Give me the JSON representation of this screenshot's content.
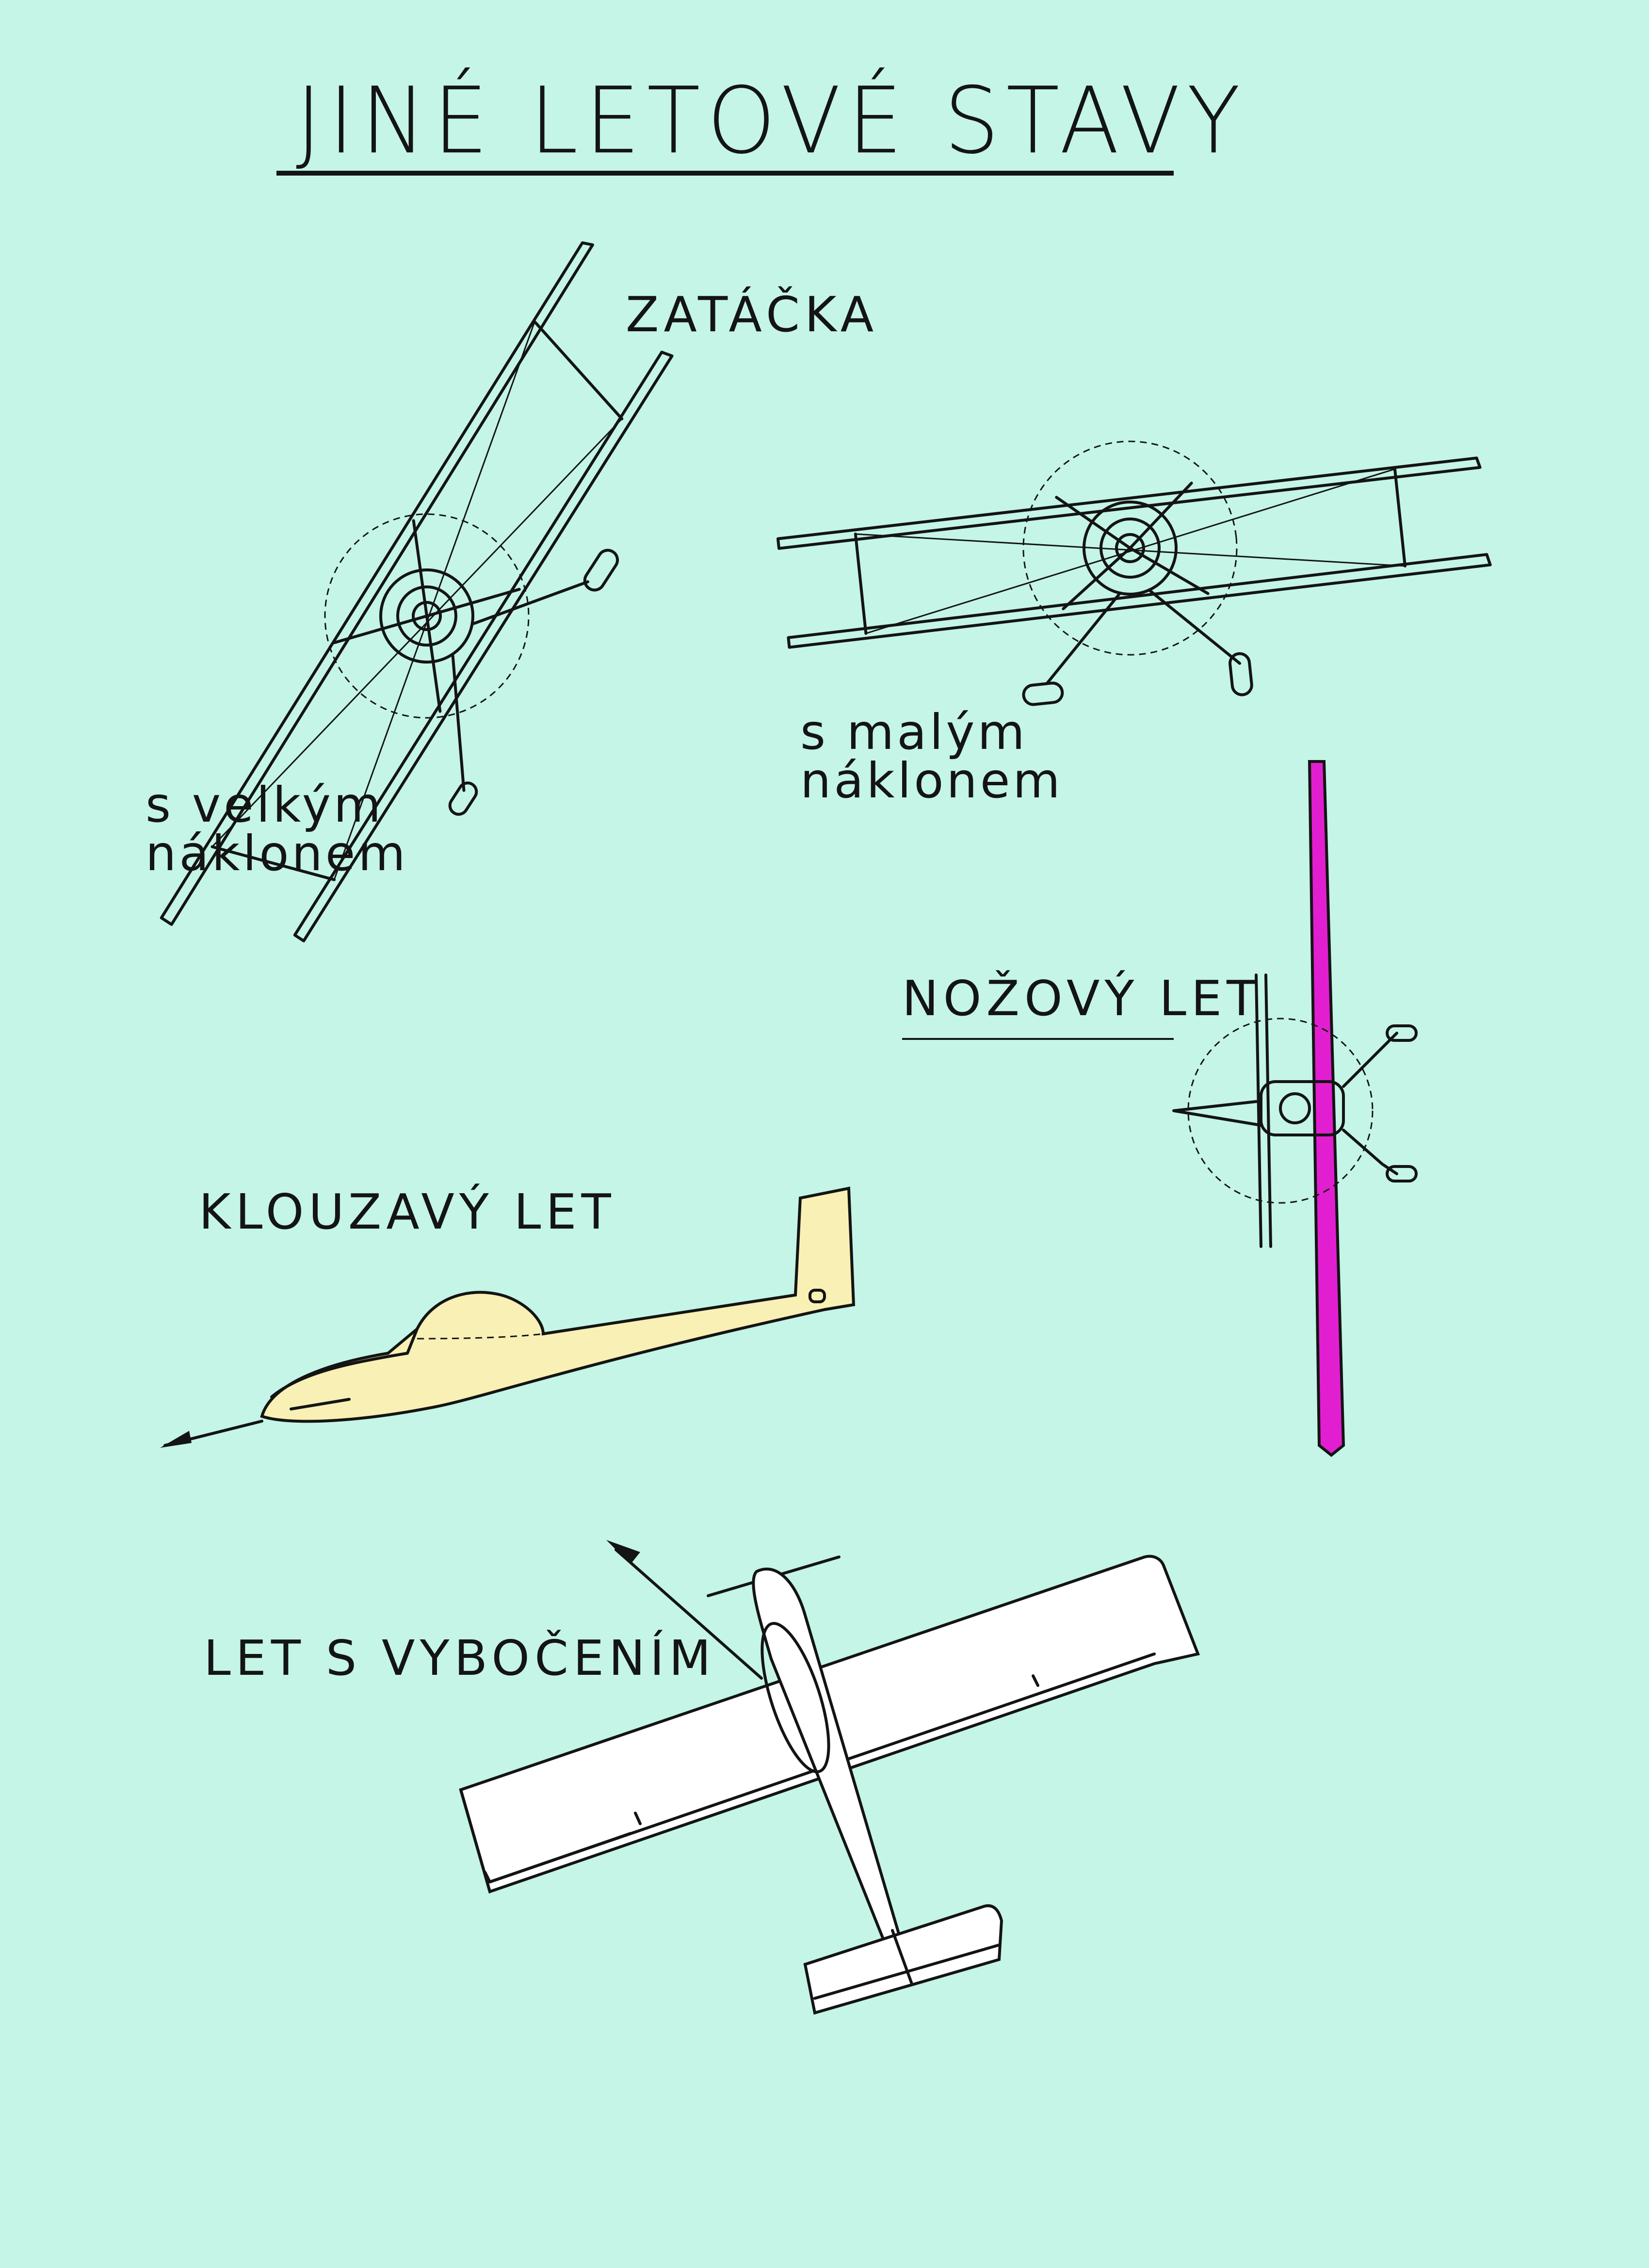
{
  "title": "JINÉ LETOVÉ STAVY",
  "sections": {
    "zatacka": "ZATÁČKA",
    "big_bank": {
      "line1": "s velkým",
      "line2": "náklonem"
    },
    "small_bank": {
      "line1": "s malým",
      "line2": "náklonem"
    },
    "knife_edge": "NOŽOVÝ LET",
    "glide": "KLOUZAVÝ LET",
    "sideslip": "LET S VYBOČENÍM"
  },
  "colors": {
    "background": "#c4f5e6",
    "ink": "#141414",
    "glider_fill": "#f8f0b4",
    "knife_wing": "#e21fd0",
    "white": "#ffffff"
  },
  "icons": [
    "biplane-banked-steep-icon",
    "biplane-banked-shallow-icon",
    "knife-edge-plane-icon",
    "glider-side-icon",
    "glider-top-icon"
  ]
}
